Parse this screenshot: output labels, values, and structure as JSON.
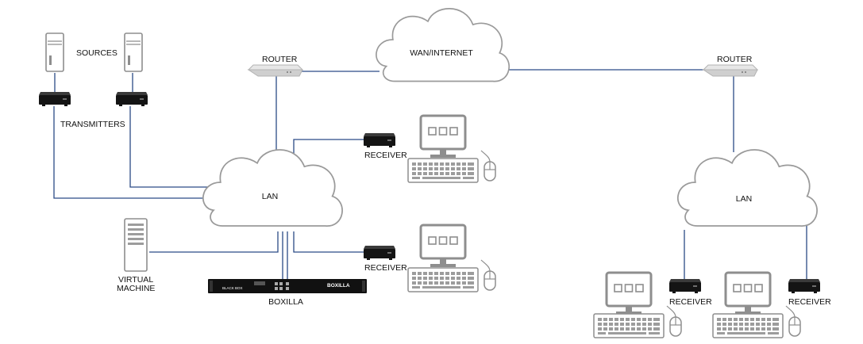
{
  "labels": {
    "sources": "SOURCES",
    "transmitters": "TRANSMITTERS",
    "router_left": "ROUTER",
    "router_right": "ROUTER",
    "wan": "WAN/INTERNET",
    "lan_left": "LAN",
    "lan_right": "LAN",
    "receiver_top": "RECEIVER",
    "receiver_mid": "RECEIVER",
    "receiver_bottom_left": "RECEIVER",
    "receiver_bottom_right": "RECEIVER",
    "virtual_machine_line1": "VIRTUAL",
    "virtual_machine_line2": "MACHINE",
    "boxilla": "BOXILLA",
    "boxilla_panel_brand": "BOXILLA",
    "boxilla_panel_logo": "BLACK BOX"
  },
  "colors": {
    "connection_line": "#2b4a86",
    "device_gray": "#8e8e8e",
    "cloud_outline": "#9a9a9a",
    "device_dark": "#141414"
  },
  "icons": {
    "source": "tower-server-icon",
    "transmitter": "transmitter-box-icon",
    "router": "router-icon",
    "cloud": "cloud-icon",
    "receiver": "receiver-box-icon",
    "workstation": "monitor-keyboard-mouse-icon",
    "virtual_machine": "rack-server-icon",
    "boxilla": "rack-appliance-icon"
  }
}
